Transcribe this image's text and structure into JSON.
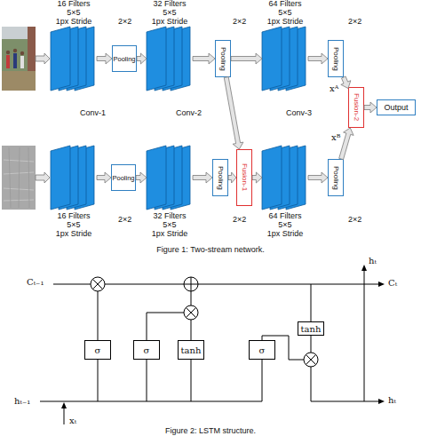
{
  "diagram": {
    "caption": "Figure 1: Two-stream network.",
    "nodes": [
      {
        "text": [
          "16 Filters",
          "5×5",
          "1px Stride"
        ]
      },
      {
        "text": [
          "Pooling"
        ]
      },
      {
        "text": [
          "32 Filters",
          "5×5",
          "1px Stride"
        ]
      },
      {
        "text": [
          "Pooling"
        ]
      },
      {
        "text": [
          "64 Filters",
          "5×5",
          "1px Stride"
        ]
      },
      {
        "text": [
          "Pooling"
        ]
      },
      {
        "text": [
          "Fusion-2"
        ]
      },
      {
        "text": [
          "Output"
        ]
      },
      {
        "text": [
          "16 Filters",
          "5×5",
          "1px Stride"
        ]
      },
      {
        "text": [
          "Pooling"
        ]
      },
      {
        "text": [
          "32 Filters",
          "5×5",
          "1px Stride"
        ]
      },
      {
        "text": [
          "Pooling"
        ]
      },
      {
        "text": [
          "Fusion-1"
        ]
      },
      {
        "text": [
          "64 Filters",
          "5×5",
          "1px Stride"
        ]
      },
      {
        "text": [
          "Pooling"
        ]
      },
      {
        "text": [
          "tanh"
        ]
      },
      {
        "text": [
          "σ"
        ]
      },
      {
        "text": [
          "σ"
        ]
      },
      {
        "text": [
          "tanh"
        ]
      },
      {
        "text": [
          "σ"
        ]
      }
    ],
    "edges": [
      {
        "from": 0,
        "to": 1,
        "arrow": "to"
      },
      {
        "from": 1,
        "to": 2,
        "arrow": "to"
      },
      {
        "from": 2,
        "to": 3,
        "arrow": "to"
      },
      {
        "from": 3,
        "to": 4,
        "arrow": "to"
      },
      {
        "from": 4,
        "to": 5,
        "arrow": "to"
      },
      {
        "from": 5,
        "to": 6,
        "label": "xᴬ",
        "arrow": "to"
      },
      {
        "from": 6,
        "to": 7,
        "arrow": "to"
      },
      {
        "from": 8,
        "to": 9,
        "arrow": "to"
      },
      {
        "from": 9,
        "to": 10,
        "arrow": "to"
      },
      {
        "from": 10,
        "to": 11,
        "arrow": "to"
      },
      {
        "from": 11,
        "to": 12,
        "arrow": "to"
      },
      {
        "from": 3,
        "to": 12,
        "arrow": "to"
      },
      {
        "from": 12,
        "to": 13,
        "arrow": "to"
      },
      {
        "from": 13,
        "to": 14,
        "arrow": "to"
      },
      {
        "from": 14,
        "to": 6,
        "label": "xᴮ",
        "arrow": "to"
      }
    ],
    "labels": [
      "2×2",
      "2×2",
      "2×2",
      "Conv-1",
      "Conv-2",
      "Conv-3",
      "2×2",
      "2×2",
      "2×2",
      "Cₜ₋₁",
      "hₜ",
      "Cₜ",
      "hₜ₋₁",
      "xₜ",
      "hₜ",
      "Figure 2: LSTM structure."
    ]
  }
}
